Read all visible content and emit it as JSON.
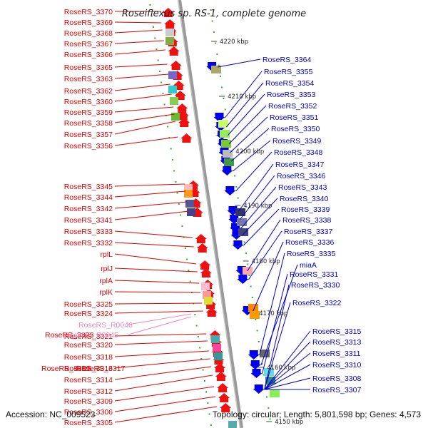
{
  "title": "Roseiflexus sp. RS-1, complete genome",
  "footer": {
    "accession": "Accession: NC_009523",
    "topology": "Topology: circular; Length: 5,801,598 bp; Genes: 4,573"
  },
  "colors": {
    "left_labels": "#dd0000",
    "right_labels": "#0000cc",
    "rna_labels": "#ee88bb",
    "backbone": "#888888"
  },
  "ticks": [
    "4220 kbp",
    "4210 kbp",
    "4200 kbp",
    "4190 kbp",
    "4180 kbp",
    "4170 kbp",
    "4160 kbp",
    "4150 kbp"
  ],
  "left_labels": [
    "RoseRS_3370",
    "RoseRS_3369",
    "RoseRS_3368",
    "RoseRS_3367",
    "RoseRS_3366",
    "RoseRS_3365",
    "RoseRS_3363",
    "RoseRS_3362",
    "RoseRS_3360",
    "RoseRS_3359",
    "RoseRS_3358",
    "RoseRS_3357",
    "RoseRS_3356",
    "RoseRS_3345",
    "RoseRS_3344",
    "RoseRS_3342",
    "RoseRS_3341",
    "RoseRS_3333",
    "RoseRS_3332",
    "rplL",
    "rplJ",
    "rplA",
    "rplK",
    "RoseRS_3325",
    "RoseRS_3324",
    "RoseRS_3321",
    "RoseRS_3320",
    "RoseRS_3318",
    "RoseRS_3316",
    "RoseRS_3314",
    "RoseRS_3312",
    "RoseRS_3309",
    "RoseRS_3306",
    "RoseRS_3305"
  ],
  "extra_left_labels": [
    "RoseRS_3323",
    "RoseRS_3319",
    "RoseRS_3317"
  ],
  "rna_labels": [
    "RoseRS_R0046",
    "RoseRS_R0045"
  ],
  "right_labels": [
    "RoseRS_3364",
    "RoseRS_3355",
    "RoseRS_3354",
    "RoseRS_3353",
    "RoseRS_3352",
    "RoseRS_3351",
    "RoseRS_3350",
    "RoseRS_3349",
    "RoseRS_3348",
    "RoseRS_3347",
    "RoseRS_3346",
    "RoseRS_3343",
    "RoseRS_3340",
    "RoseRS_3339",
    "RoseRS_3338",
    "RoseRS_3337",
    "RoseRS_3336",
    "RoseRS_3335",
    "miaA",
    "RoseRS_3331",
    "RoseRS_3330",
    "RoseRS_3322",
    "RoseRS_3315",
    "RoseRS_3313",
    "RoseRS_3311",
    "RoseRS_3310",
    "RoseRS_3308",
    "RoseRS_3307"
  ]
}
